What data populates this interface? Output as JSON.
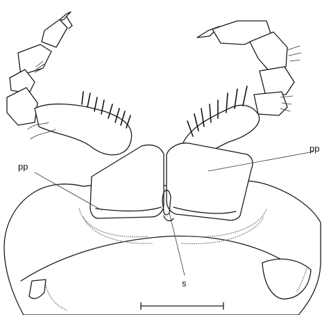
{
  "labels": {
    "pp_left": "pp",
    "pp_right": "pp",
    "s": "s"
  }
}
